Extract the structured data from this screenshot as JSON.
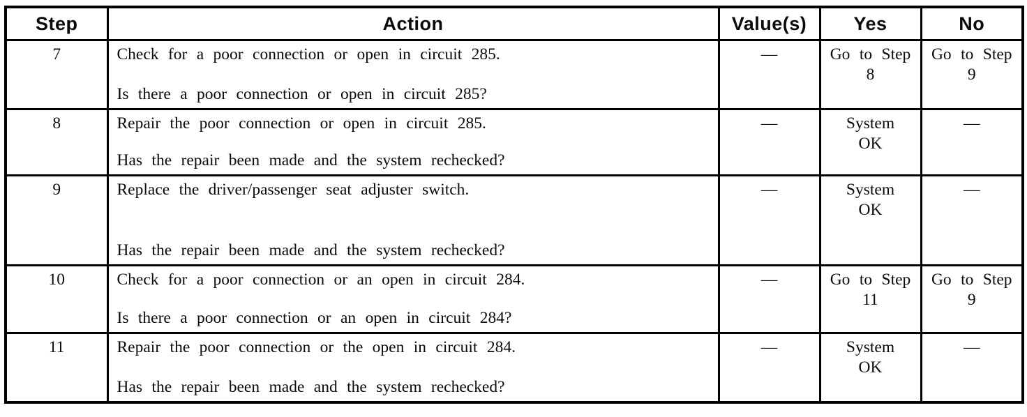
{
  "table": {
    "headers": {
      "step": "Step",
      "action": "Action",
      "values": "Value(s)",
      "yes": "Yes",
      "no": "No"
    },
    "rows": [
      {
        "step": "7",
        "action_main": "Check for a poor connection or open in circuit 285.",
        "action_question": "Is there a poor connection or open in circuit 285?",
        "values": "—",
        "yes": "Go to Step\n8",
        "no": "Go to Step\n9"
      },
      {
        "step": "8",
        "action_main": "Repair the poor connection or open in circuit 285.",
        "action_question": "Has the repair been made and the system rechecked?",
        "values": "—",
        "yes": "System\nOK",
        "no": "—"
      },
      {
        "step": "9",
        "action_main": "Replace the driver/passenger seat adjuster switch.",
        "action_question": "Has the repair been made and the system rechecked?",
        "values": "—",
        "yes": "System\nOK",
        "no": "—"
      },
      {
        "step": "10",
        "action_main": "Check for a poor connection or an open in circuit 284.",
        "action_question": "Is there a poor connection or an open in circuit 284?",
        "values": "—",
        "yes": "Go to Step\n11",
        "no": "Go to Step\n9"
      },
      {
        "step": "11",
        "action_main": "Repair the poor connection or the open in circuit 284.",
        "action_question": "Has the repair been made and the system rechecked?",
        "values": "—",
        "yes": "System\nOK",
        "no": "—"
      }
    ]
  }
}
